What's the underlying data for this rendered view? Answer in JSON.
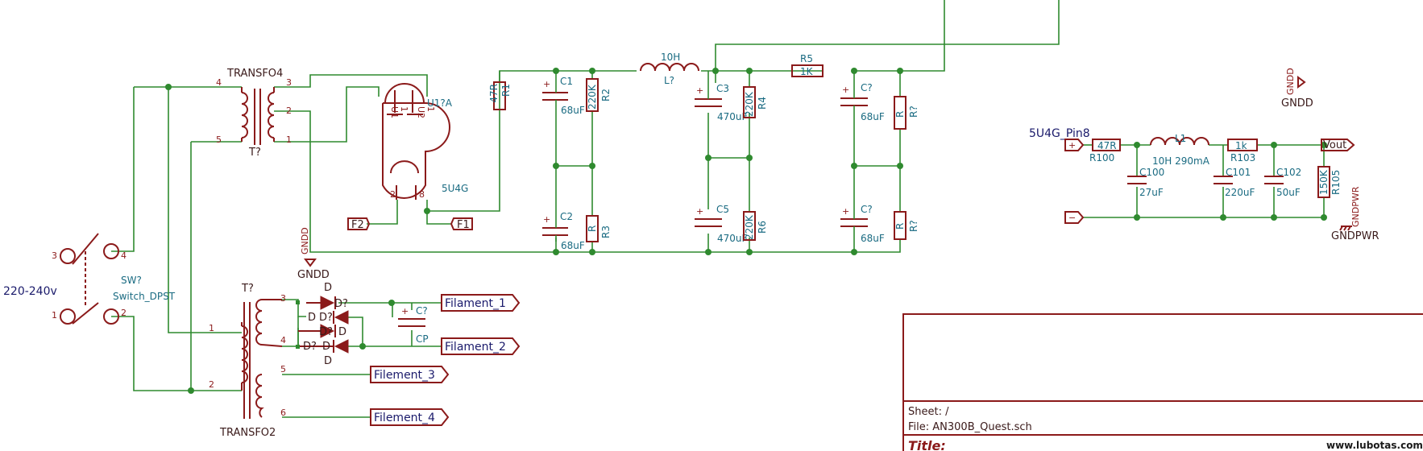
{
  "texts": {
    "transfo4": "TRANSFO4",
    "t_q_top": "T?",
    "pin4a": "4",
    "pin3a": "3",
    "pin2a": "2",
    "pin5a": "5",
    "pin1a": "1",
    "u1a": "U1?A",
    "u1a_pin1": "U1",
    "u1a_pin1n": "1",
    "u2a_pin": "U2",
    "u2a_pinn": "1",
    "tube": "5U4G",
    "pin8": "8",
    "pin2t": "2",
    "f2": "F2",
    "f1": "F1",
    "r1_val": "47R",
    "r1_ref": "R1",
    "c1_ref": "C1",
    "c1_val": "68uF",
    "r2_val": "220K",
    "r2_ref": "R2",
    "c2_ref": "C2",
    "c2_val": "68uF",
    "r3_val": "R",
    "r3_ref": "R3",
    "l_val": "10H",
    "l_ref": "L?",
    "c3_ref": "C3",
    "c3_val": "470uF",
    "r4_val": "220K",
    "r4_ref": "R4",
    "c5_ref": "C5",
    "c5_val": "470uF",
    "r6_val": "220K",
    "r6_ref": "R6",
    "r5_ref": "R5",
    "r5_val": "1K",
    "cq1_ref": "C?",
    "cq1_val": "68uF",
    "rq1_val": "R",
    "rq1_ref": "R?",
    "cq2_ref": "C?",
    "cq2_val": "68uF",
    "rq2_val": "R",
    "rq2_ref": "R?",
    "gndd_left": "GNDD",
    "gndd_left_v": "GNDD",
    "sw_ref": "SW?",
    "sw_val": "Switch_DPST",
    "mains": "220-240v",
    "sw_p3": "3",
    "sw_p4": "4",
    "sw_p1": "1",
    "sw_p2": "2",
    "t_q_bot": "T?",
    "transfo2": "TRANSFO2",
    "tb_p3": "3",
    "tb_p4": "4",
    "tb_p1": "1",
    "tb_p2": "2",
    "tb_p5": "5",
    "tb_p6": "6",
    "d_top": "D",
    "d_bot": "D",
    "d_l1": "D",
    "d_q1": "D?",
    "d_q2": "D?",
    "d_q3": "D?",
    "d_r3": "D",
    "d_q4": "D?",
    "d_r4": "D",
    "cq3_ref": "C?",
    "cq3_val": "CP",
    "fil1": "Filament_1",
    "fil2": "Filament_2",
    "fil3": "Filement_3",
    "fil4": "Filement_4",
    "net_5u4g": "5U4G_Pin8",
    "r100_val": "47R",
    "r100_ref": "R100",
    "l1_ref": "L1",
    "l1_val": "10H 290mA",
    "r103_val": "1k",
    "r103_ref": "R103",
    "c100_ref": "C100",
    "c100_val": "27uF",
    "c101_ref": "C101",
    "c101_val": "220uF",
    "c102_ref": "C102",
    "c102_val": "50uF",
    "r105_val": "150K",
    "r105_ref": "R105",
    "vout": "Vout",
    "gndd_right": "GNDD",
    "gndd_right_v": "GNDD",
    "gndpwr": "GNDPWR",
    "gndpwr_v": "GNDPWR",
    "plus": "+",
    "minus": "−",
    "sheet": "Sheet: /",
    "file": "File: AN300B_Quest.sch",
    "title": "Title:",
    "watermark": "www.lubotas.com"
  },
  "colors": {
    "wire": "#2f8a2f",
    "component": "#8b1a1a",
    "reference": "#1a6b82",
    "net_label": "#1a1a6b"
  }
}
